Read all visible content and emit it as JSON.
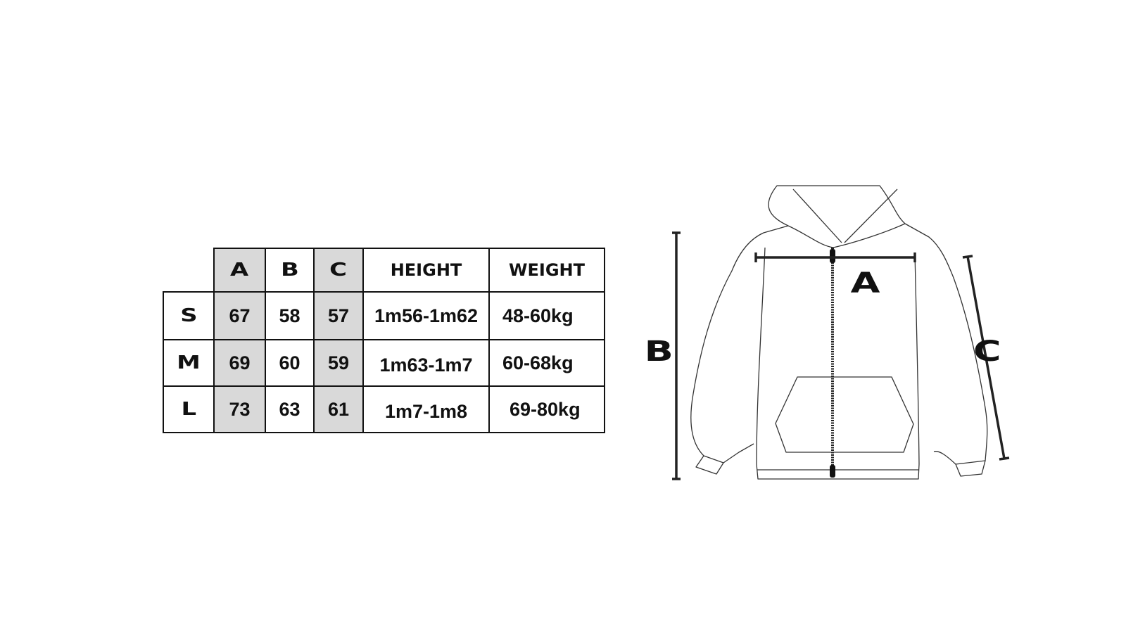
{
  "table": {
    "headers": [
      "A",
      "B",
      "C",
      "HEIGHT",
      "WEIGHT"
    ],
    "rows": [
      {
        "size": "S",
        "a": "67",
        "b": "58",
        "c": "57",
        "height": "1m56-1m62",
        "weight": "48-60kg"
      },
      {
        "size": "M",
        "a": "69",
        "b": "60",
        "c": "59",
        "height": "1m63-1m7",
        "weight": "60-68kg"
      },
      {
        "size": "L",
        "a": "73",
        "b": "63",
        "c": "61",
        "height": "1m7-1m8",
        "weight": "69-80kg"
      }
    ],
    "highlight_color": "#d9d9d9"
  },
  "diagram": {
    "label_a": "A",
    "label_b": "B",
    "label_c": "C"
  }
}
